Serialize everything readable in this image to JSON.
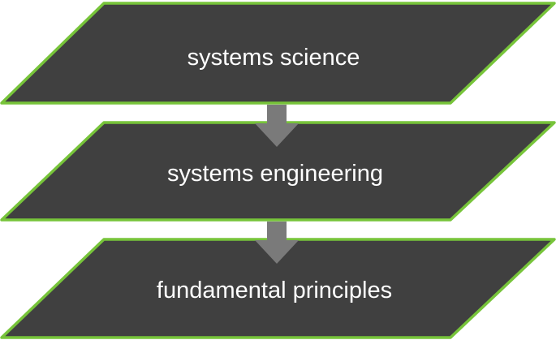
{
  "diagram": {
    "layers": [
      {
        "label": "systems science"
      },
      {
        "label": "systems engineering"
      },
      {
        "label": "fundamental principles"
      }
    ],
    "colors": {
      "fill": "#404040",
      "border": "#77c43a",
      "arrow": "#7a7a7a",
      "text": "#ffffff"
    }
  }
}
